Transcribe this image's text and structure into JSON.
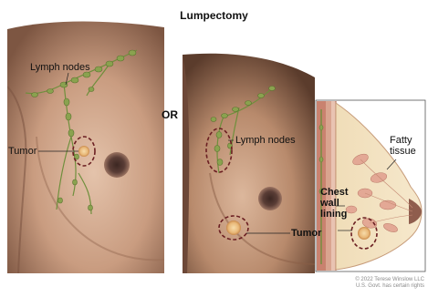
{
  "title": "Lumpectomy",
  "separator": "OR",
  "labels": {
    "left_lymph_nodes": "Lymph nodes",
    "left_tumor": "Tumor",
    "right_lymph_nodes": "Lymph nodes",
    "right_tumor": "Tumor",
    "fatty_tissue_line1": "Fatty",
    "fatty_tissue_line2": "tissue",
    "chest_wall_line1": "Chest",
    "chest_wall_line2": "wall",
    "chest_wall_line3": "lining"
  },
  "copyright": {
    "line1": "© 2022 Terese Winslow LLC",
    "line2": "U.S. Govt. has certain rights"
  },
  "colors": {
    "skin_light": "#d8b49b",
    "skin_dark": "#6e4a35",
    "lymph_green": "#8aa24f",
    "tumor_fill": "#e8b777",
    "dash_outline": "#6b1f22",
    "nipple": "#5a3d36"
  }
}
